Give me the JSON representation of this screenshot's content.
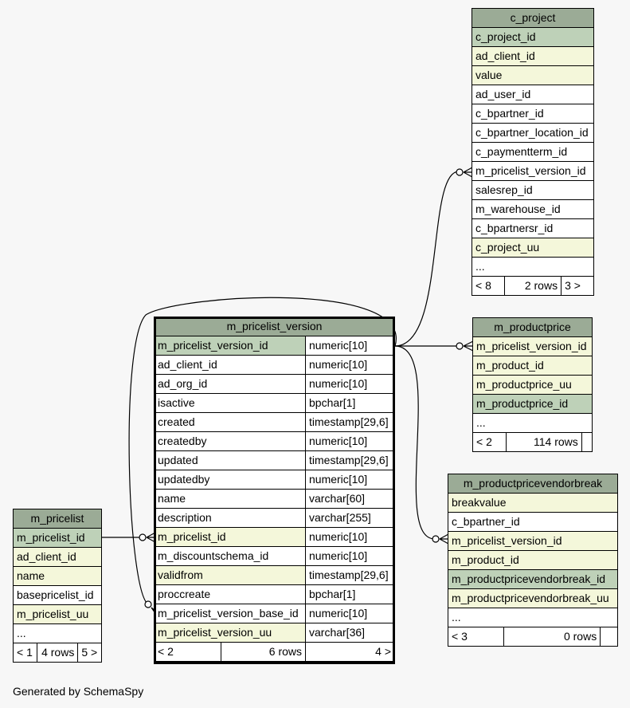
{
  "footer": "Generated by SchemaSpy",
  "c_project": {
    "title": "c_project",
    "rows": [
      {
        "name": "c_project_id",
        "kind": "pk"
      },
      {
        "name": "ad_client_id",
        "kind": "fk"
      },
      {
        "name": "value",
        "kind": "fk"
      },
      {
        "name": "ad_user_id",
        "kind": "plain"
      },
      {
        "name": "c_bpartner_id",
        "kind": "plain"
      },
      {
        "name": "c_bpartner_location_id",
        "kind": "plain"
      },
      {
        "name": "c_paymentterm_id",
        "kind": "plain"
      },
      {
        "name": "m_pricelist_version_id",
        "kind": "plain"
      },
      {
        "name": "salesrep_id",
        "kind": "plain"
      },
      {
        "name": "m_warehouse_id",
        "kind": "plain"
      },
      {
        "name": "c_bpartnersr_id",
        "kind": "plain"
      },
      {
        "name": "c_project_uu",
        "kind": "fk"
      },
      {
        "name": "...",
        "kind": "plain"
      }
    ],
    "footer": [
      "< 8",
      "2 rows",
      "3 >"
    ]
  },
  "m_productprice": {
    "title": "m_productprice",
    "rows": [
      {
        "name": "m_pricelist_version_id",
        "kind": "fk"
      },
      {
        "name": "m_product_id",
        "kind": "fk"
      },
      {
        "name": "m_productprice_uu",
        "kind": "fk"
      },
      {
        "name": "m_productprice_id",
        "kind": "pk"
      },
      {
        "name": "...",
        "kind": "plain"
      }
    ],
    "footer": [
      "< 2",
      "114 rows",
      ""
    ]
  },
  "m_productpricevendorbreak": {
    "title": "m_productpricevendorbreak",
    "rows": [
      {
        "name": "breakvalue",
        "kind": "fk"
      },
      {
        "name": "c_bpartner_id",
        "kind": "plain"
      },
      {
        "name": "m_pricelist_version_id",
        "kind": "fk"
      },
      {
        "name": "m_product_id",
        "kind": "fk"
      },
      {
        "name": "m_productpricevendorbreak_id",
        "kind": "pk"
      },
      {
        "name": "m_productpricevendorbreak_uu",
        "kind": "fk"
      },
      {
        "name": "...",
        "kind": "plain"
      }
    ],
    "footer": [
      "< 3",
      "0 rows",
      ""
    ]
  },
  "m_pricelist": {
    "title": "m_pricelist",
    "rows": [
      {
        "name": "m_pricelist_id",
        "kind": "pk"
      },
      {
        "name": "ad_client_id",
        "kind": "fk"
      },
      {
        "name": "name",
        "kind": "fk"
      },
      {
        "name": "basepricelist_id",
        "kind": "plain"
      },
      {
        "name": "m_pricelist_uu",
        "kind": "fk"
      },
      {
        "name": "...",
        "kind": "plain"
      }
    ],
    "footer": [
      "< 1",
      "4 rows",
      "5 >"
    ]
  },
  "m_pricelist_version": {
    "title": "m_pricelist_version",
    "rows": [
      {
        "name": "m_pricelist_version_id",
        "type": "numeric[10]",
        "kind": "pk"
      },
      {
        "name": "ad_client_id",
        "type": "numeric[10]",
        "kind": "plain"
      },
      {
        "name": "ad_org_id",
        "type": "numeric[10]",
        "kind": "plain"
      },
      {
        "name": "isactive",
        "type": "bpchar[1]",
        "kind": "plain"
      },
      {
        "name": "created",
        "type": "timestamp[29,6]",
        "kind": "plain"
      },
      {
        "name": "createdby",
        "type": "numeric[10]",
        "kind": "plain"
      },
      {
        "name": "updated",
        "type": "timestamp[29,6]",
        "kind": "plain"
      },
      {
        "name": "updatedby",
        "type": "numeric[10]",
        "kind": "plain"
      },
      {
        "name": "name",
        "type": "varchar[60]",
        "kind": "plain"
      },
      {
        "name": "description",
        "type": "varchar[255]",
        "kind": "plain"
      },
      {
        "name": "m_pricelist_id",
        "type": "numeric[10]",
        "kind": "fk"
      },
      {
        "name": "m_discountschema_id",
        "type": "numeric[10]",
        "kind": "plain"
      },
      {
        "name": "validfrom",
        "type": "timestamp[29,6]",
        "kind": "fk"
      },
      {
        "name": "proccreate",
        "type": "bpchar[1]",
        "kind": "plain"
      },
      {
        "name": "m_pricelist_version_base_id",
        "type": "numeric[10]",
        "kind": "plain"
      },
      {
        "name": "m_pricelist_version_uu",
        "type": "varchar[36]",
        "kind": "fk"
      }
    ],
    "footer": [
      "< 2",
      "6 rows",
      "4 >"
    ]
  }
}
